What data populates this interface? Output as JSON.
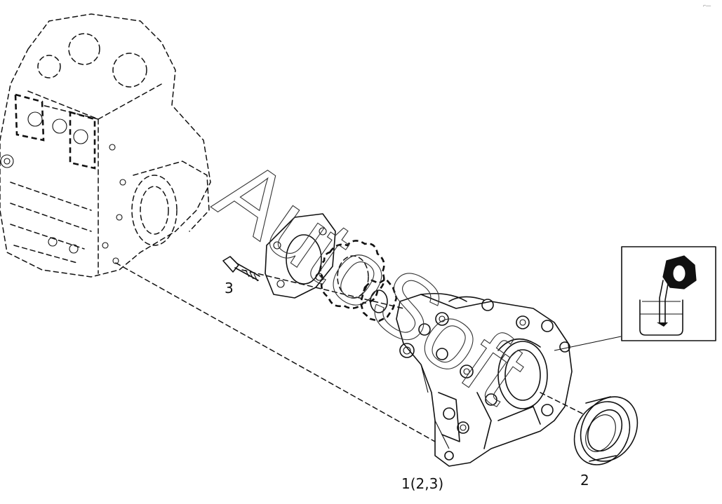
{
  "callouts": {
    "part_1": "1(2,3)",
    "part_2": "2",
    "part_3": "3"
  },
  "watermark": "AutoSoft",
  "corner_mark": "⌐—"
}
